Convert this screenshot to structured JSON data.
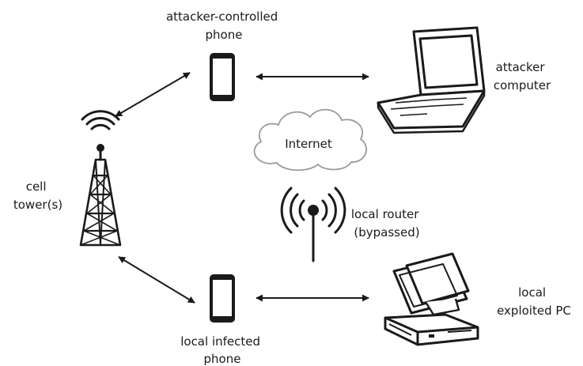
{
  "labels": {
    "attacker_phone": [
      "attacker-controlled",
      "phone"
    ],
    "attacker_computer": [
      "attacker",
      "computer"
    ],
    "internet": "Internet",
    "cell_tower": [
      "cell",
      "tower(s)"
    ],
    "local_router": [
      "local router",
      "(bypassed)"
    ],
    "infected_phone": [
      "local infected",
      "phone"
    ],
    "exploited_pc": [
      "local",
      "exploited PC"
    ]
  },
  "colors": {
    "stroke": "#1a1a1a",
    "cloud_stroke": "#9a9a9a",
    "cloud_fill": "#ffffff",
    "background": "#ffffff"
  },
  "icons": [
    "cell-tower-icon",
    "phone-icon",
    "laptop-icon",
    "cloud-icon",
    "router-icon",
    "desktop-pc-icon"
  ]
}
